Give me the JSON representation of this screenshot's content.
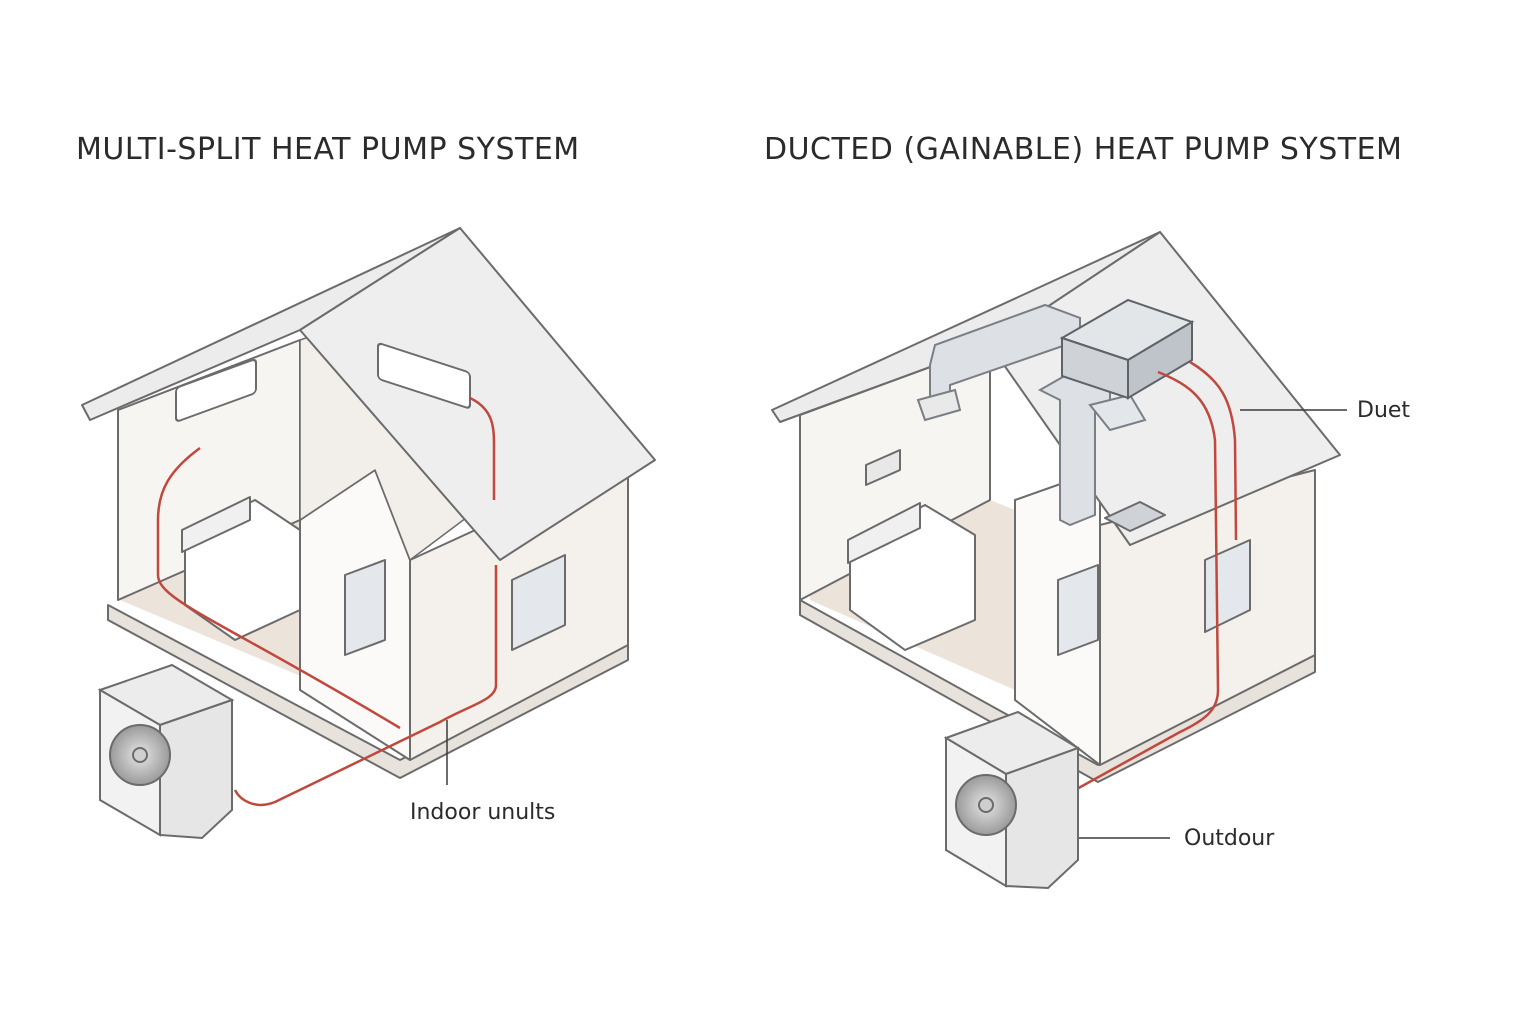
{
  "diagrams": [
    {
      "title": "MULTI-SPLIT HEAT PUMP SYSTEM",
      "callouts": [
        "Indoor unults"
      ]
    },
    {
      "title": "DUCTED (GAINABLE) HEAT PUMP SYSTEM",
      "callouts": [
        "Duet",
        "Outdour"
      ]
    }
  ],
  "colors": {
    "line": "#6b6b6b",
    "roof": "#efefef",
    "wall": "#f7f5f2",
    "floor": "#ece3db",
    "refrigerant": "#c0483c",
    "duct": "#dde1e6",
    "air_handler": "#cfd3d8"
  }
}
